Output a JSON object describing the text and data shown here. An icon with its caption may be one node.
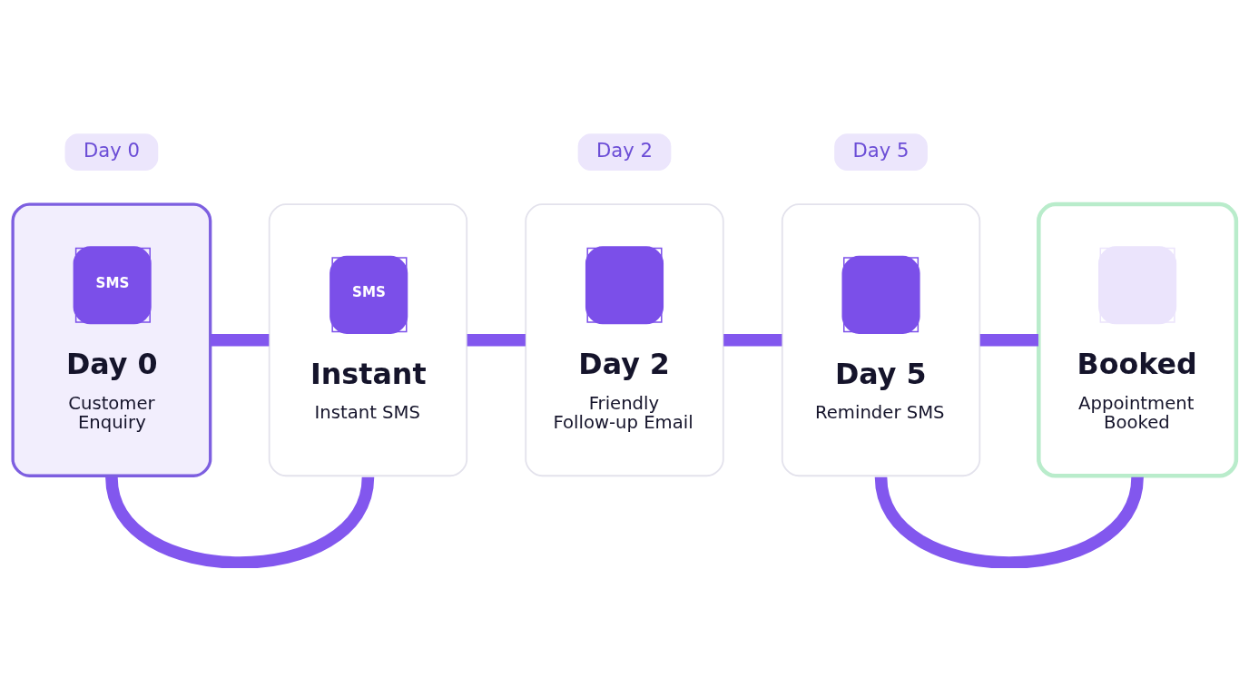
{
  "diagram": {
    "nodes": [
      {
        "text": [
          "Day 0"
        ]
      },
      {
        "text": [
          "SMS",
          "Day 0",
          "Customer Enquiry"
        ]
      },
      {
        "text": [
          "SMS",
          "Instant",
          "Instant SMS"
        ]
      },
      {
        "text": [
          "Day 2"
        ]
      },
      {
        "text": [
          "Day 2",
          "Friendly Follow-up Email"
        ]
      },
      {
        "text": [
          "Day 5"
        ]
      },
      {
        "text": [
          "Day 5",
          "Reminder SMS"
        ]
      },
      {
        "text": [
          "Booked",
          "Appointment Booked"
        ]
      }
    ],
    "edges": [
      {
        "from": 1,
        "to": 2,
        "arrow": "none"
      },
      {
        "from": 1,
        "to": 2,
        "arrow": "none"
      },
      {
        "from": 2,
        "to": 4,
        "arrow": "none"
      },
      {
        "from": 4,
        "to": 6,
        "arrow": "none"
      },
      {
        "from": 6,
        "to": 7,
        "arrow": "none"
      },
      {
        "from": 6,
        "to": 7,
        "arrow": "none"
      }
    ]
  }
}
